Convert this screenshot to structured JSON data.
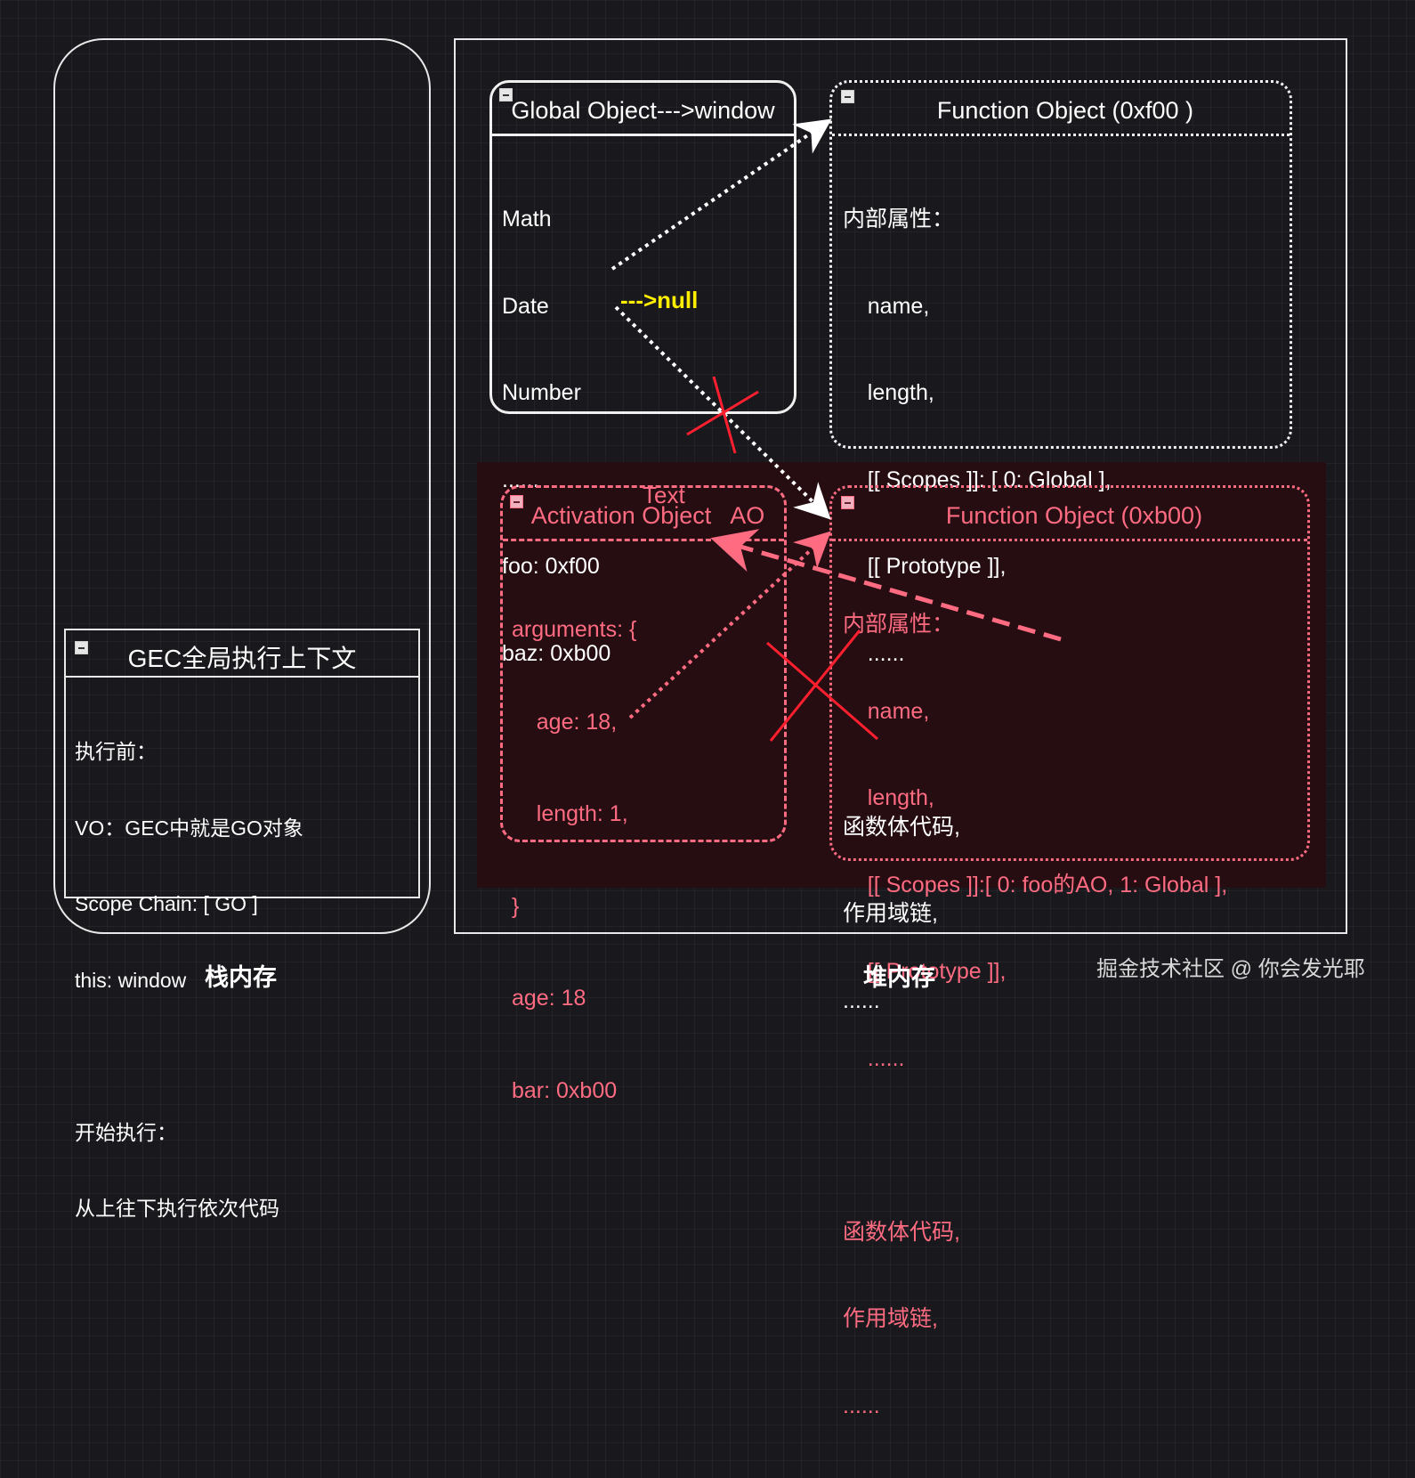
{
  "stack": {
    "footer_label": "栈内存",
    "gec": {
      "title": "GEC全局执行上下文",
      "lines": [
        "执行前：",
        "VO：GEC中就是GO对象",
        "Scope Chain: [ GO ]",
        "this: window",
        "",
        "开始执行：",
        "从上往下执行依次代码"
      ]
    }
  },
  "heap": {
    "footer_label": "堆内存",
    "global_object": {
      "title": "Global Object--->window",
      "lines": [
        "Math",
        "Date",
        "Number",
        "......",
        "foo: 0xf00",
        "baz: 0xb00"
      ],
      "null_annotation": "--->null"
    },
    "function_foo": {
      "title": "Function Object (0xf00 )",
      "lines": [
        "内部属性：",
        "    name,",
        "    length,",
        "    [[ Scopes ]]: [ 0: Global ],",
        "    [[ Prototype ]],",
        "    ......",
        "",
        "函数体代码,",
        "作用域链,",
        "......"
      ]
    },
    "activation_object": {
      "stray_text": "Text",
      "title": "Activation Object   AO",
      "lines": [
        "arguments: {",
        "    age: 18,",
        "    length: 1,",
        "}",
        "age: 18",
        "bar: 0xb00"
      ]
    },
    "function_bar": {
      "title": "Function Object (0xb00)",
      "lines": [
        "内部属性：",
        "    name,",
        "    length,",
        "    [[ Scopes ]]:[ 0: foo的AO, 1: Global ],",
        "    [[ Prototype ]],",
        "    ......",
        "",
        "函数体代码,",
        "作用域链,",
        "......"
      ]
    }
  },
  "watermark": "掘金技术社区 @ 你会发光耶",
  "colors": {
    "background": "#18181d",
    "panel_border": "#e8e8e8",
    "red_zone": "#250d12",
    "red_accent": "#ff6b81",
    "cross_red": "#ff1f2e",
    "null_yellow": "#ffee00"
  }
}
